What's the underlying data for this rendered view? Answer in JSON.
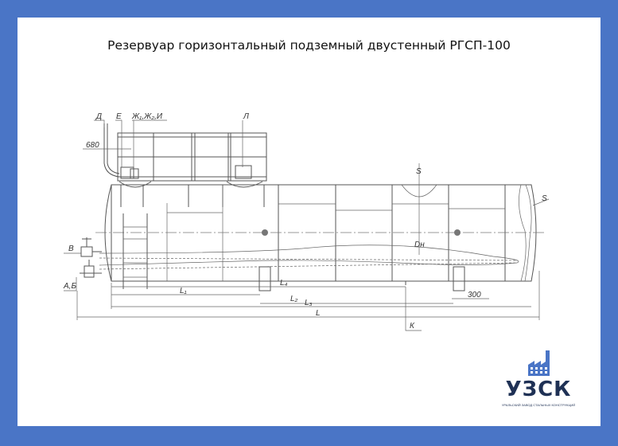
{
  "title": "Резервуар горизонтальный подземный двустенный РГСП-100",
  "labels": {
    "d": "Д",
    "e": "Е",
    "zh": "Ж₁,Ж₂,И",
    "l_top": "Л",
    "dim680": "680",
    "v": "В",
    "ab": "А,Б",
    "s_top": "S",
    "s_end": "S",
    "dn": "Dн",
    "l1": "L₁",
    "l2": "L₂",
    "l3": "L₃",
    "l4": "L₄",
    "l": "L",
    "dim300": "300",
    "k": "К"
  },
  "logo": {
    "name": "УЗСК",
    "subtitle": "УРАЛЬСКИЙ ЗАВОД СТАЛЬНЫХ КОНСТРУКЦИЙ"
  },
  "colors": {
    "background": "#4a75c6",
    "logo": "#1f3155",
    "logo_icon": "#4a75c6"
  }
}
